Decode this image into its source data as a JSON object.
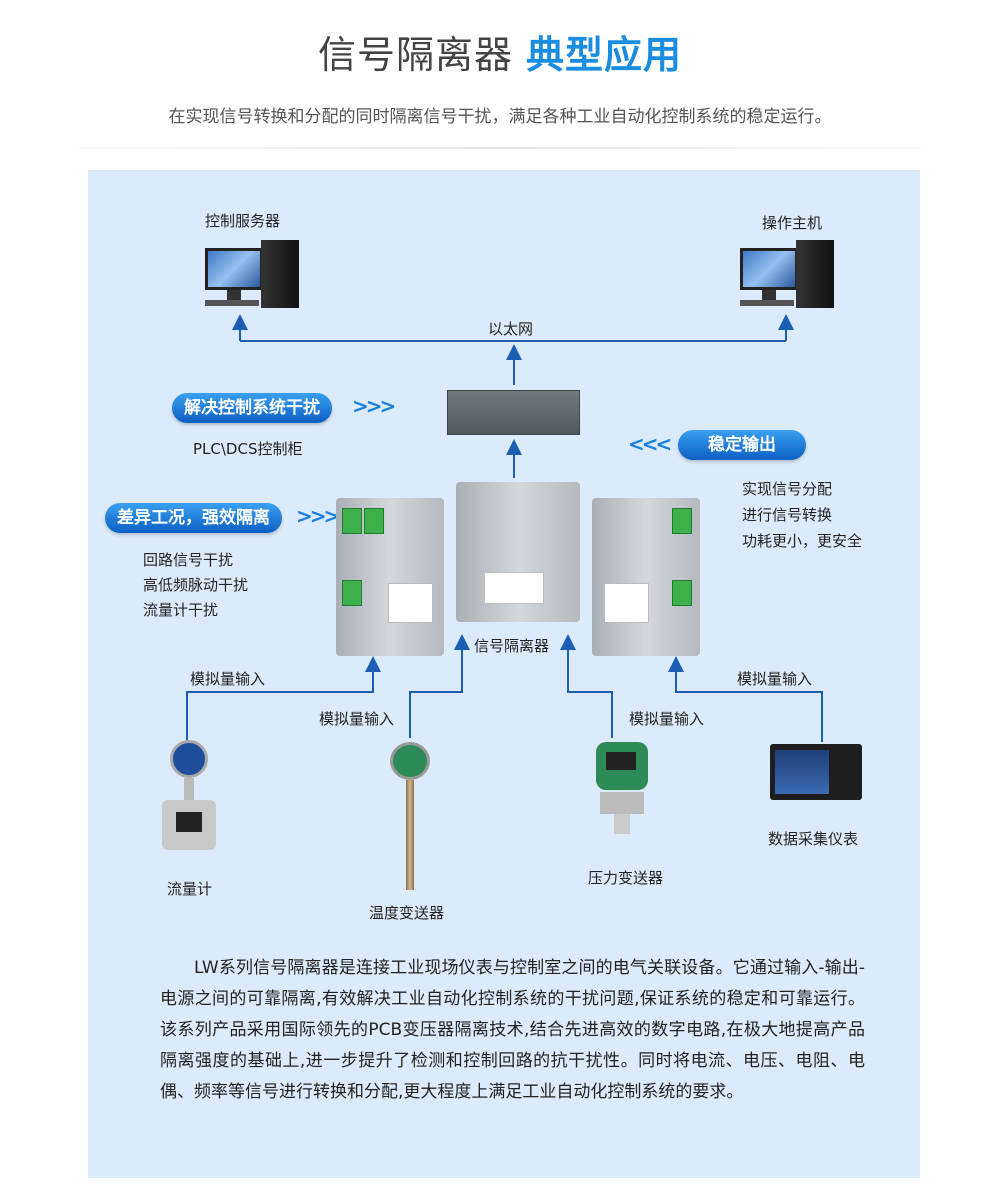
{
  "header": {
    "title_normal": "信号隔离器",
    "title_highlight": "典型应用",
    "subtitle": "在实现信号转换和分配的同时隔离信号干扰，满足各种工业自动化控制系统的稳定运行。"
  },
  "diagram": {
    "server_label": "控制服务器",
    "host_label": "操作主机",
    "network_label": "以太网",
    "plc_label": "PLC\\DCS控制柜",
    "isolator_label": "信号隔离器",
    "pill_left_top": "解决控制系统干扰",
    "pill_left_bottom": "差异工况，强效隔离",
    "pill_right": "稳定输出",
    "chevrons_right": ">>>",
    "chevrons_left": "<<<",
    "left_points": [
      "回路信号干扰",
      "高低频脉动干扰",
      "流量计干扰"
    ],
    "right_points": [
      "实现信号分配",
      "进行信号转换",
      "功耗更小，更安全"
    ],
    "input_label": "模拟量输入",
    "devices": [
      "流量计",
      "温度变送器",
      "压力变送器",
      "数据采集仪表"
    ]
  },
  "description": "LW系列信号隔离器是连接工业现场仪表与控制室之间的电气关联设备。它通过输入-输出-电源之间的可靠隔离,有效解决工业自动化控制系统的干扰问题,保证系统的稳定和可靠运行。该系列产品采用国际领先的PCB变压器隔离技术,结合先进高效的数字电路,在极大地提高产品隔离强度的基础上,进一步提升了检测和控制回路的抗干扰性。同时将电流、电压、电阻、电偶、频率等信号进行转换和分配,更大程度上满足工业自动化控制系统的要求。",
  "colors": {
    "accent": "#1a8de0",
    "line": "#1a5fb4",
    "panel": "#dcebfb"
  }
}
